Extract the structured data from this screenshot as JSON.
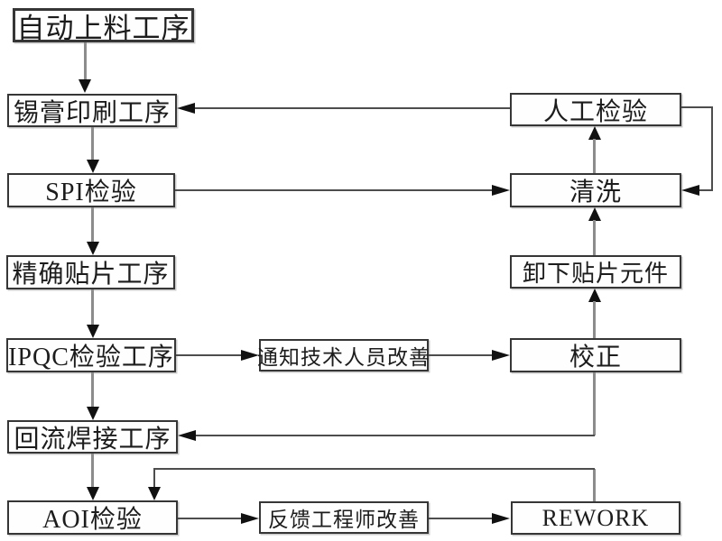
{
  "diagram": {
    "type": "flowchart",
    "background": "#ffffff",
    "colors": {
      "box_border": "#363636",
      "box_fill": "#fefefe",
      "text": "#1c1c1c",
      "connector_vertical": "#8c8c8c",
      "connector_horizontal": "#4d4d4d",
      "arrowhead": "#111111"
    },
    "nodes": [
      {
        "id": "auto-loading",
        "label": "自动上料工序"
      },
      {
        "id": "solder-paste-printing",
        "label": "锡膏印刷工序"
      },
      {
        "id": "spi-inspection",
        "label": "SPI检验"
      },
      {
        "id": "precise-placement",
        "label": "精确贴片工序"
      },
      {
        "id": "ipqc-inspection",
        "label": "IPQC检验工序"
      },
      {
        "id": "reflow-soldering",
        "label": "回流焊接工序"
      },
      {
        "id": "aoi-inspection",
        "label": "AOI检验"
      },
      {
        "id": "manual-inspection",
        "label": "人工检验"
      },
      {
        "id": "cleaning",
        "label": "清洗"
      },
      {
        "id": "remove-components",
        "label": "卸下贴片元件"
      },
      {
        "id": "calibration",
        "label": "校正"
      },
      {
        "id": "rework",
        "label": "REWORK"
      },
      {
        "id": "notify-technician",
        "label": "通知技术人员改善"
      },
      {
        "id": "feedback-engineer",
        "label": "反馈工程师改善"
      }
    ],
    "edges": [
      {
        "from": "auto-loading",
        "to": "solder-paste-printing"
      },
      {
        "from": "solder-paste-printing",
        "to": "spi-inspection"
      },
      {
        "from": "spi-inspection",
        "to": "precise-placement"
      },
      {
        "from": "precise-placement",
        "to": "ipqc-inspection"
      },
      {
        "from": "ipqc-inspection",
        "to": "reflow-soldering"
      },
      {
        "from": "reflow-soldering",
        "to": "aoi-inspection"
      },
      {
        "from": "manual-inspection",
        "to": "solder-paste-printing"
      },
      {
        "from": "spi-inspection",
        "to": "cleaning"
      },
      {
        "from": "cleaning",
        "to": "manual-inspection"
      },
      {
        "from": "manual-inspection",
        "to": "cleaning"
      },
      {
        "from": "remove-components",
        "to": "cleaning"
      },
      {
        "from": "calibration",
        "to": "remove-components"
      },
      {
        "from": "ipqc-inspection",
        "to": "notify-technician"
      },
      {
        "from": "notify-technician",
        "to": "calibration"
      },
      {
        "from": "calibration",
        "to": "reflow-soldering"
      },
      {
        "from": "aoi-inspection",
        "to": "feedback-engineer"
      },
      {
        "from": "feedback-engineer",
        "to": "rework"
      },
      {
        "from": "rework",
        "to": "aoi-inspection"
      }
    ]
  }
}
